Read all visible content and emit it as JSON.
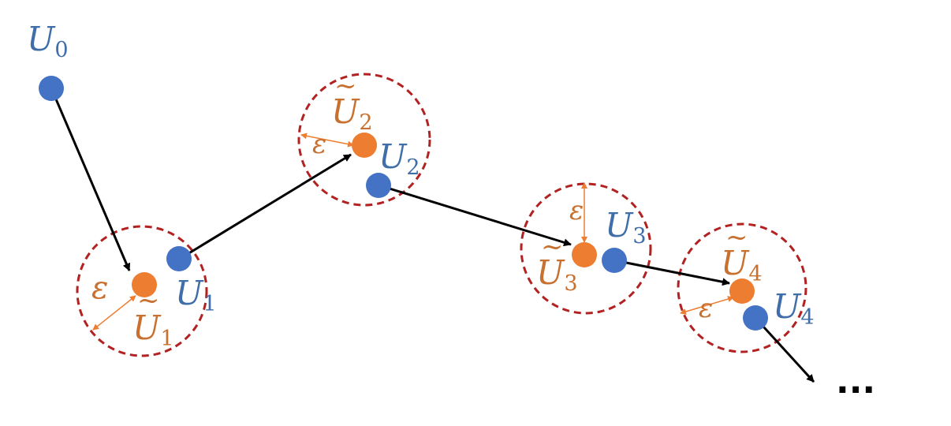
{
  "colors": {
    "iterate": "#4472C4",
    "iterate_label": "#3F6EA8",
    "approx": "#ED7D31",
    "approx_label": "#C7702F",
    "ball": "#B22222",
    "arrow": "#000000"
  },
  "labels": {
    "u0": {
      "base": "U",
      "sub": "0"
    },
    "u1": {
      "base": "U",
      "sub": "1"
    },
    "u2": {
      "base": "U",
      "sub": "2"
    },
    "u3": {
      "base": "U",
      "sub": "3"
    },
    "u4": {
      "base": "U",
      "sub": "4"
    },
    "ut1": {
      "base": "U",
      "sub": "1",
      "tilde": "~"
    },
    "ut2": {
      "base": "U",
      "sub": "2",
      "tilde": "~"
    },
    "ut3": {
      "base": "U",
      "sub": "3",
      "tilde": "~"
    },
    "ut4": {
      "base": "U",
      "sub": "4",
      "tilde": "~"
    },
    "epsilon": "ε",
    "continuation": "..."
  }
}
